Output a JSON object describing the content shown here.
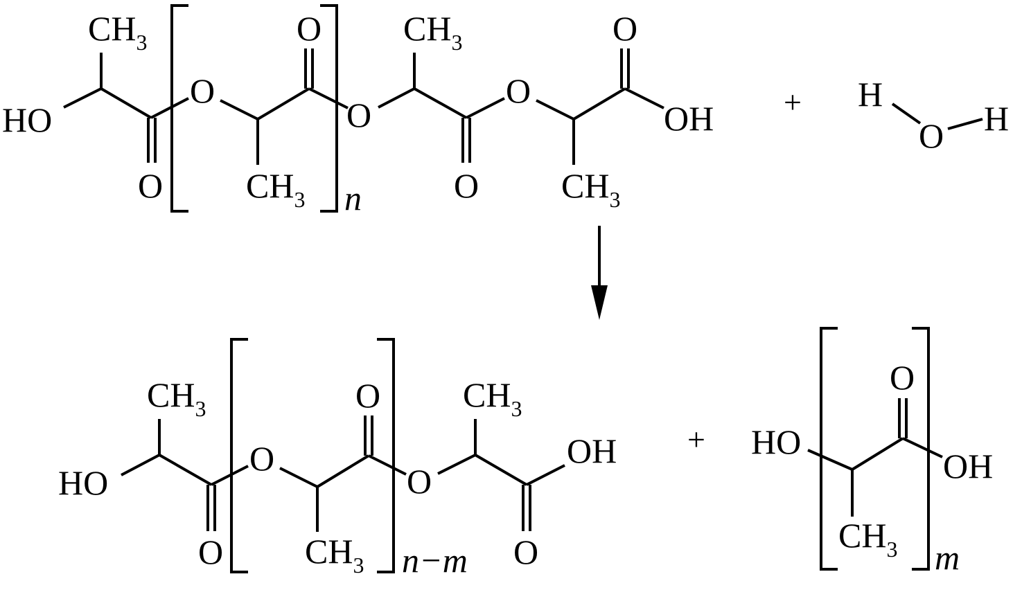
{
  "reactant": {
    "labels": {
      "ho": "HO",
      "ch": "CH",
      "sub3": "3",
      "o": "O",
      "oh": "OH",
      "n": "n"
    }
  },
  "water": {
    "h": "H",
    "o": "O"
  },
  "product_chain": {
    "labels": {
      "ho": "HO",
      "ch": "CH",
      "sub3": "3",
      "o": "O",
      "oh": "OH",
      "n_minus_m": "n−m"
    }
  },
  "product_monomer": {
    "labels": {
      "ho": "HO",
      "ch": "CH",
      "sub3": "3",
      "o": "O",
      "oh": "OH",
      "m": "m"
    }
  },
  "operators": {
    "plus": "+"
  },
  "colors": {
    "ink": "#000000",
    "background": "#ffffff"
  }
}
